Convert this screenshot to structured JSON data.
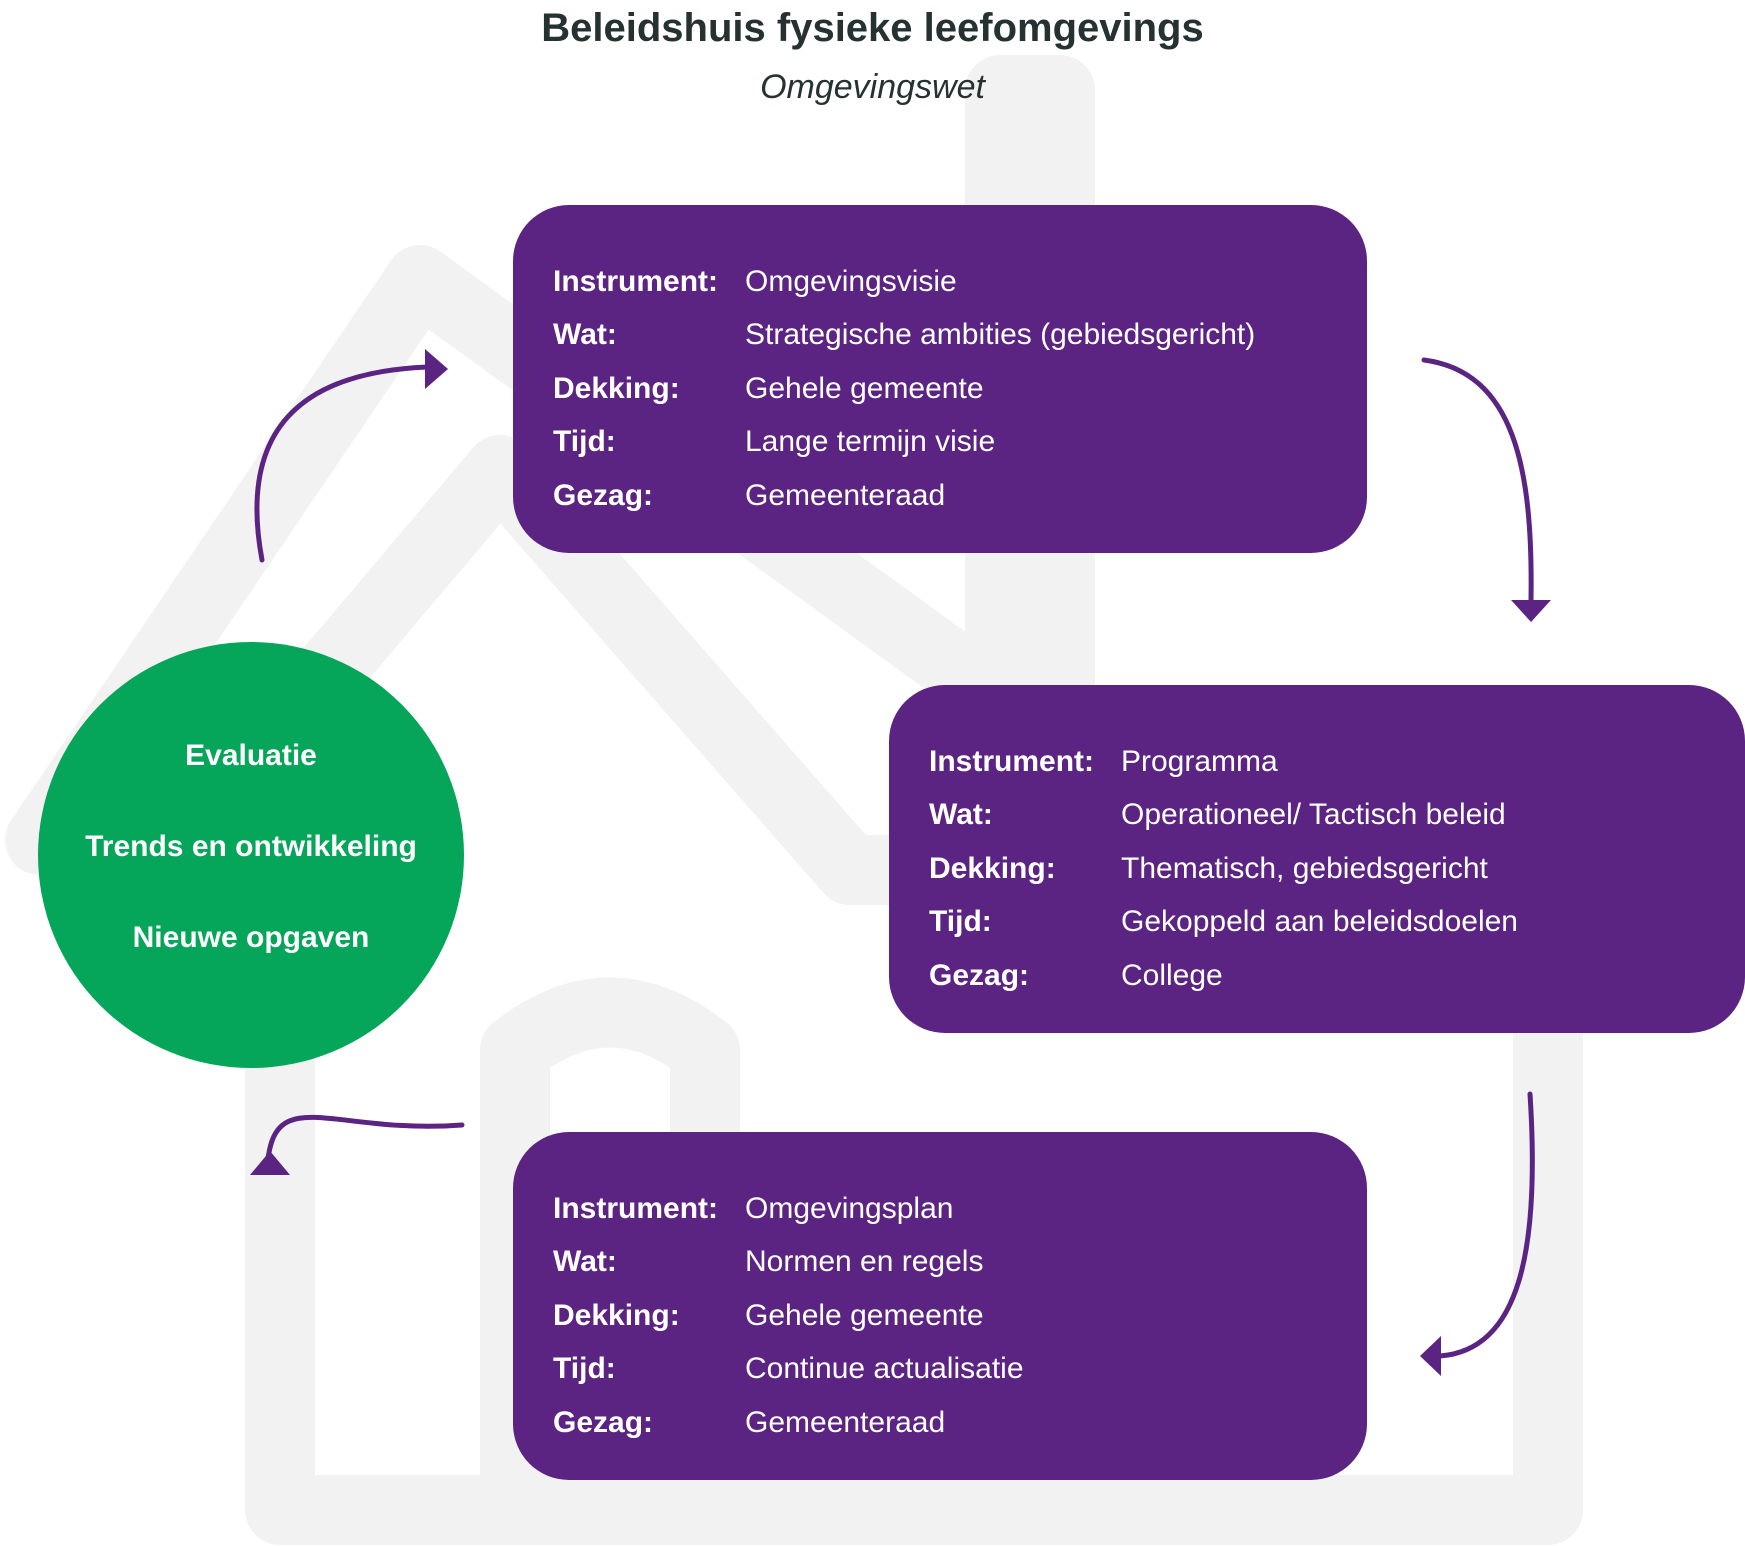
{
  "header": {
    "title": "Beleidshuis fysieke leefomgevings",
    "subtitle": "Omgevingswet"
  },
  "colors": {
    "card": "#5b2482",
    "circle": "#05a55a",
    "arrow": "#5b2482",
    "house_outline": "#f2f2f2",
    "title_text": "#263232"
  },
  "cycle": {
    "circle_lines": [
      "Evaluatie",
      "Trends en ontwikkeling",
      "Nieuwe opgaven"
    ],
    "cards": [
      {
        "rows": [
          {
            "label": "Instrument:",
            "value": "Omgevingsvisie"
          },
          {
            "label": "Wat:",
            "value": "Strategische ambities (gebiedsgericht)"
          },
          {
            "label": "Dekking:",
            "value": "Gehele gemeente"
          },
          {
            "label": "Tijd:",
            "value": "Lange termijn visie"
          },
          {
            "label": "Gezag:",
            "value": "Gemeenteraad"
          }
        ]
      },
      {
        "rows": [
          {
            "label": "Instrument:",
            "value": "Programma"
          },
          {
            "label": "Wat:",
            "value": "Operationeel/ Tactisch beleid"
          },
          {
            "label": "Dekking:",
            "value": "Thematisch, gebiedsgericht"
          },
          {
            "label": "Tijd:",
            "value": "Gekoppeld aan beleidsdoelen"
          },
          {
            "label": "Gezag:",
            "value": "College"
          }
        ]
      },
      {
        "rows": [
          {
            "label": "Instrument:",
            "value": "Omgevingsplan"
          },
          {
            "label": "Wat:",
            "value": "Normen en regels"
          },
          {
            "label": "Dekking:",
            "value": "Gehele gemeente"
          },
          {
            "label": "Tijd:",
            "value": "Continue actualisatie"
          },
          {
            "label": "Gezag:",
            "value": "Gemeenteraad"
          }
        ]
      }
    ]
  }
}
